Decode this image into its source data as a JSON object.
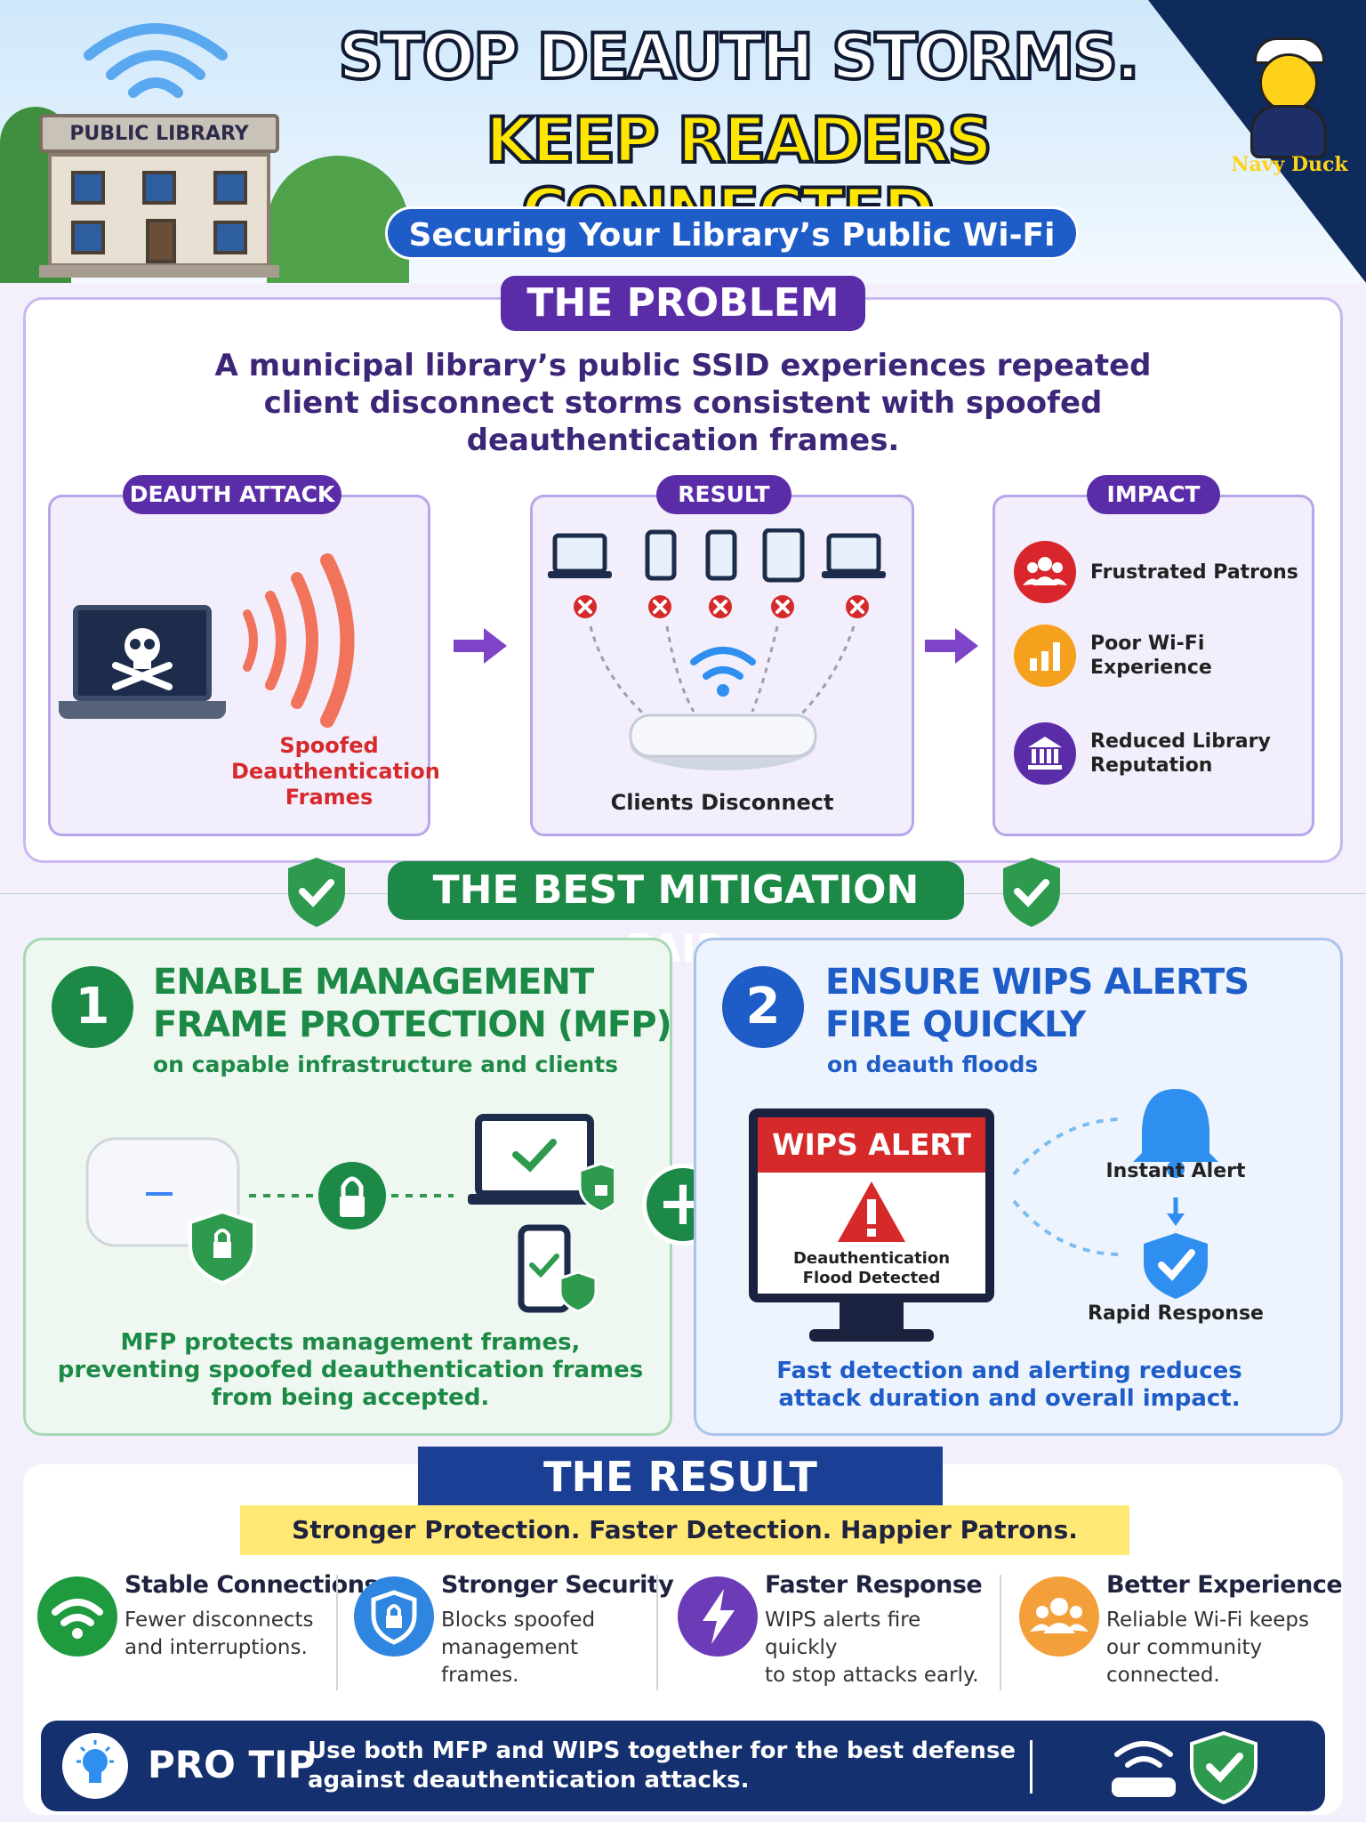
{
  "header": {
    "library_sign": "PUBLIC LIBRARY",
    "title_line1": "STOP DEAUTH STORMS.",
    "title_line2": "KEEP READERS CONNECTED.",
    "subtitle": "Securing Your Library’s Public Wi-Fi",
    "logo_text": "Navy Duck"
  },
  "problem": {
    "heading": "THE PROBLEM",
    "description": "A municipal library’s public SSID experiences repeated client disconnect storms consistent with spoofed deauthentication frames.",
    "attack": {
      "label": "DEAUTH ATTACK",
      "caption_line1": "Spoofed",
      "caption_line2": "Deauthentication",
      "caption_line3": "Frames"
    },
    "result": {
      "label": "RESULT",
      "caption": "Clients Disconnect"
    },
    "impact": {
      "label": "IMPACT",
      "items": [
        {
          "text": "Frustrated Patrons",
          "color": "#d8262c",
          "icon": "people-icon"
        },
        {
          "text": "Poor Wi-Fi Experience",
          "color": "#f6a11d",
          "icon": "signal-bars-icon"
        },
        {
          "text_line1": "Reduced Library",
          "text_line2": "Reputation",
          "color": "#5b2ca8",
          "icon": "library-icon"
        }
      ]
    }
  },
  "mitigation": {
    "heading": "THE BEST MITIGATION PAIR",
    "mfp": {
      "number": "1",
      "title_line1": "ENABLE MANAGEMENT",
      "title_line2": "FRAME PROTECTION (MFP)",
      "subtitle": "on capable infrastructure and clients",
      "description": "MFP protects management frames, preventing spoofed deauthentication frames from being accepted."
    },
    "plus": "+",
    "wips": {
      "number": "2",
      "title_line1": "ENSURE WIPS ALERTS",
      "title_line2": "FIRE QUICKLY",
      "subtitle": "on deauth floods",
      "alert_header": "WIPS ALERT",
      "alert_line1": "Deauthentication",
      "alert_line2": "Flood Detected",
      "instant_alert": "Instant Alert",
      "rapid_response": "Rapid Response",
      "description": "Fast detection and alerting reduces attack duration and overall impact."
    }
  },
  "result": {
    "heading": "THE RESULT",
    "ribbon": "Stronger Protection. Faster Detection. Happier Patrons.",
    "benefits": [
      {
        "title": "Stable Connections",
        "line1": "Fewer disconnects",
        "line2": "and interruptions.",
        "color": "#1f9a3f",
        "icon": "wifi-icon"
      },
      {
        "title": "Stronger Security",
        "line1": "Blocks spoofed",
        "line2": "management frames.",
        "color": "#2f86e0",
        "icon": "shield-lock-icon"
      },
      {
        "title": "Faster Response",
        "line1": "WIPS alerts fire quickly",
        "line2": "to stop attacks early.",
        "color": "#6b3bb8",
        "icon": "lightning-icon"
      },
      {
        "title": "Better Experience",
        "line1": "Reliable Wi-Fi keeps",
        "line2": "our community",
        "line3": "connected.",
        "color": "#f4a03a",
        "icon": "community-icon"
      }
    ],
    "tip": {
      "label": "PRO TIP",
      "text": "Use both MFP and WIPS together for the best defense against deauthentication attacks."
    }
  },
  "colors": {
    "purple": "#5b2ca8",
    "green": "#1c8a46",
    "blue": "#1e5cc8",
    "navy": "#14306e",
    "red": "#d62a2a",
    "yellow": "#ffe600"
  }
}
